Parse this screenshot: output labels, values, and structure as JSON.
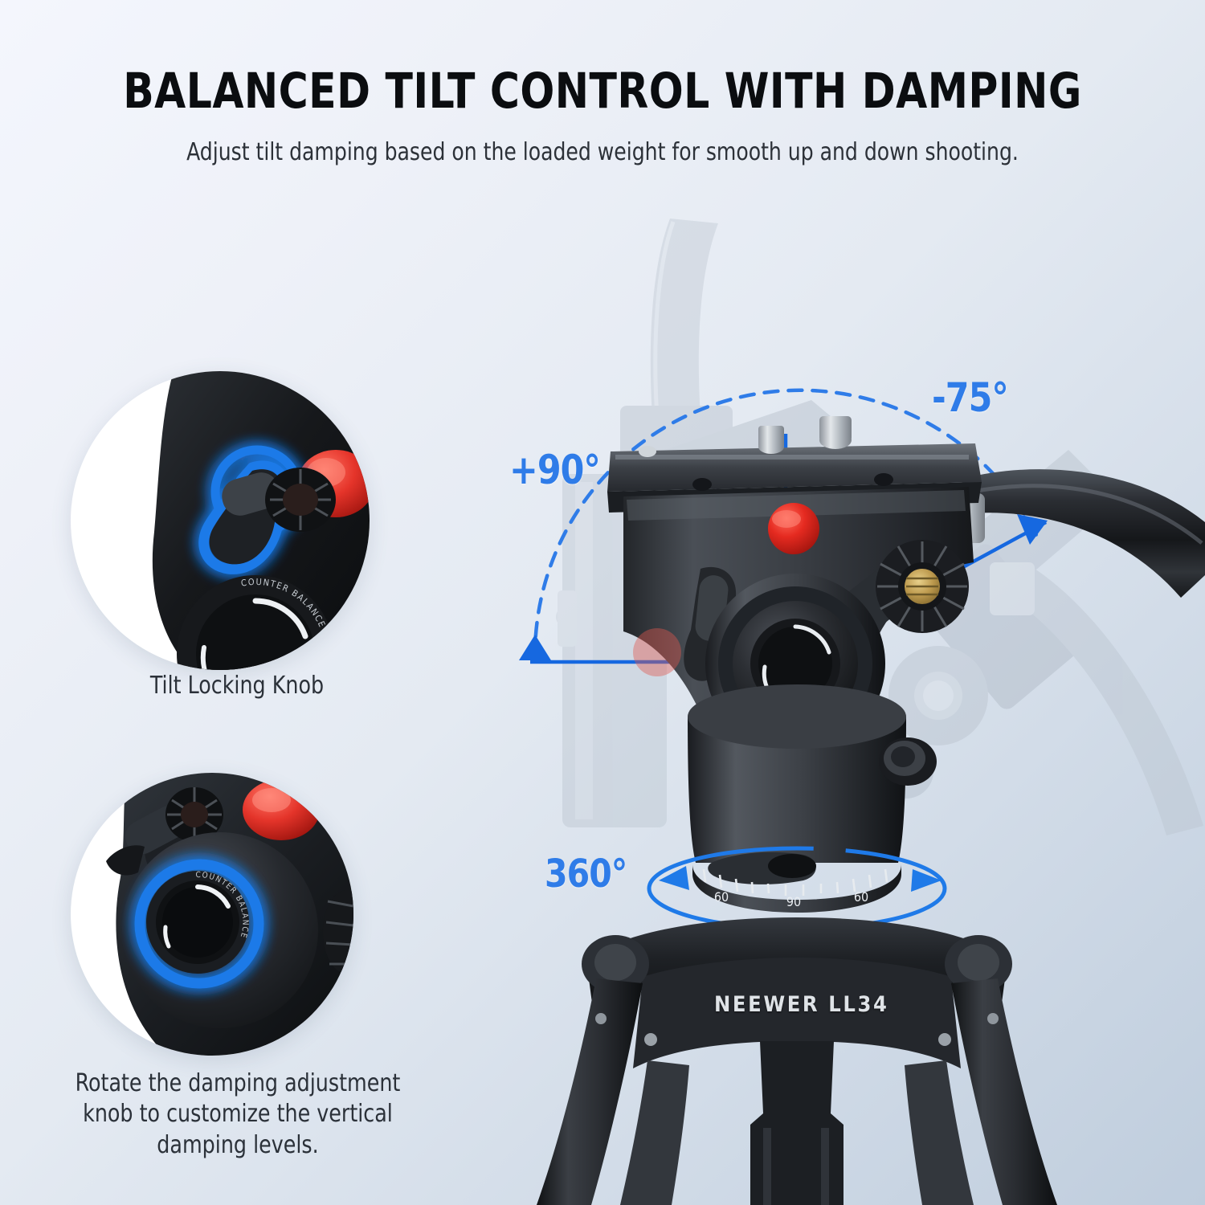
{
  "header": {
    "title": "BALANCED TILT CONTROL WITH DAMPING",
    "subtitle": "Adjust tilt damping based on the loaded weight for smooth up and down shooting."
  },
  "callouts": [
    {
      "id": "tilt-locking-knob",
      "caption": "Tilt Locking Knob",
      "highlight_color": "#1f6fe8",
      "parts": [
        "tilt locking lever",
        "counter balance dial",
        "red quick release button"
      ]
    },
    {
      "id": "damping-adjustment-knob",
      "caption": "Rotate the damping adjustment knob to customize the vertical damping levels.",
      "highlight_color": "#1f6fe8",
      "parts": [
        "counter balance knob",
        "tilt locking lever",
        "red quick release button"
      ]
    }
  ],
  "diagram": {
    "angles": {
      "tilt_up": "+90°",
      "tilt_down": "-75°",
      "pan": "360°"
    },
    "accent_color": "#2f7ce8",
    "pan_scale_labels": [
      "60",
      "90",
      "60"
    ],
    "knob_label": "COUNTER BALANCE"
  },
  "product": {
    "brand_label": "NEEWER LL34"
  },
  "background": {
    "from": "#f4f6fd",
    "to": "#bfcddd"
  }
}
